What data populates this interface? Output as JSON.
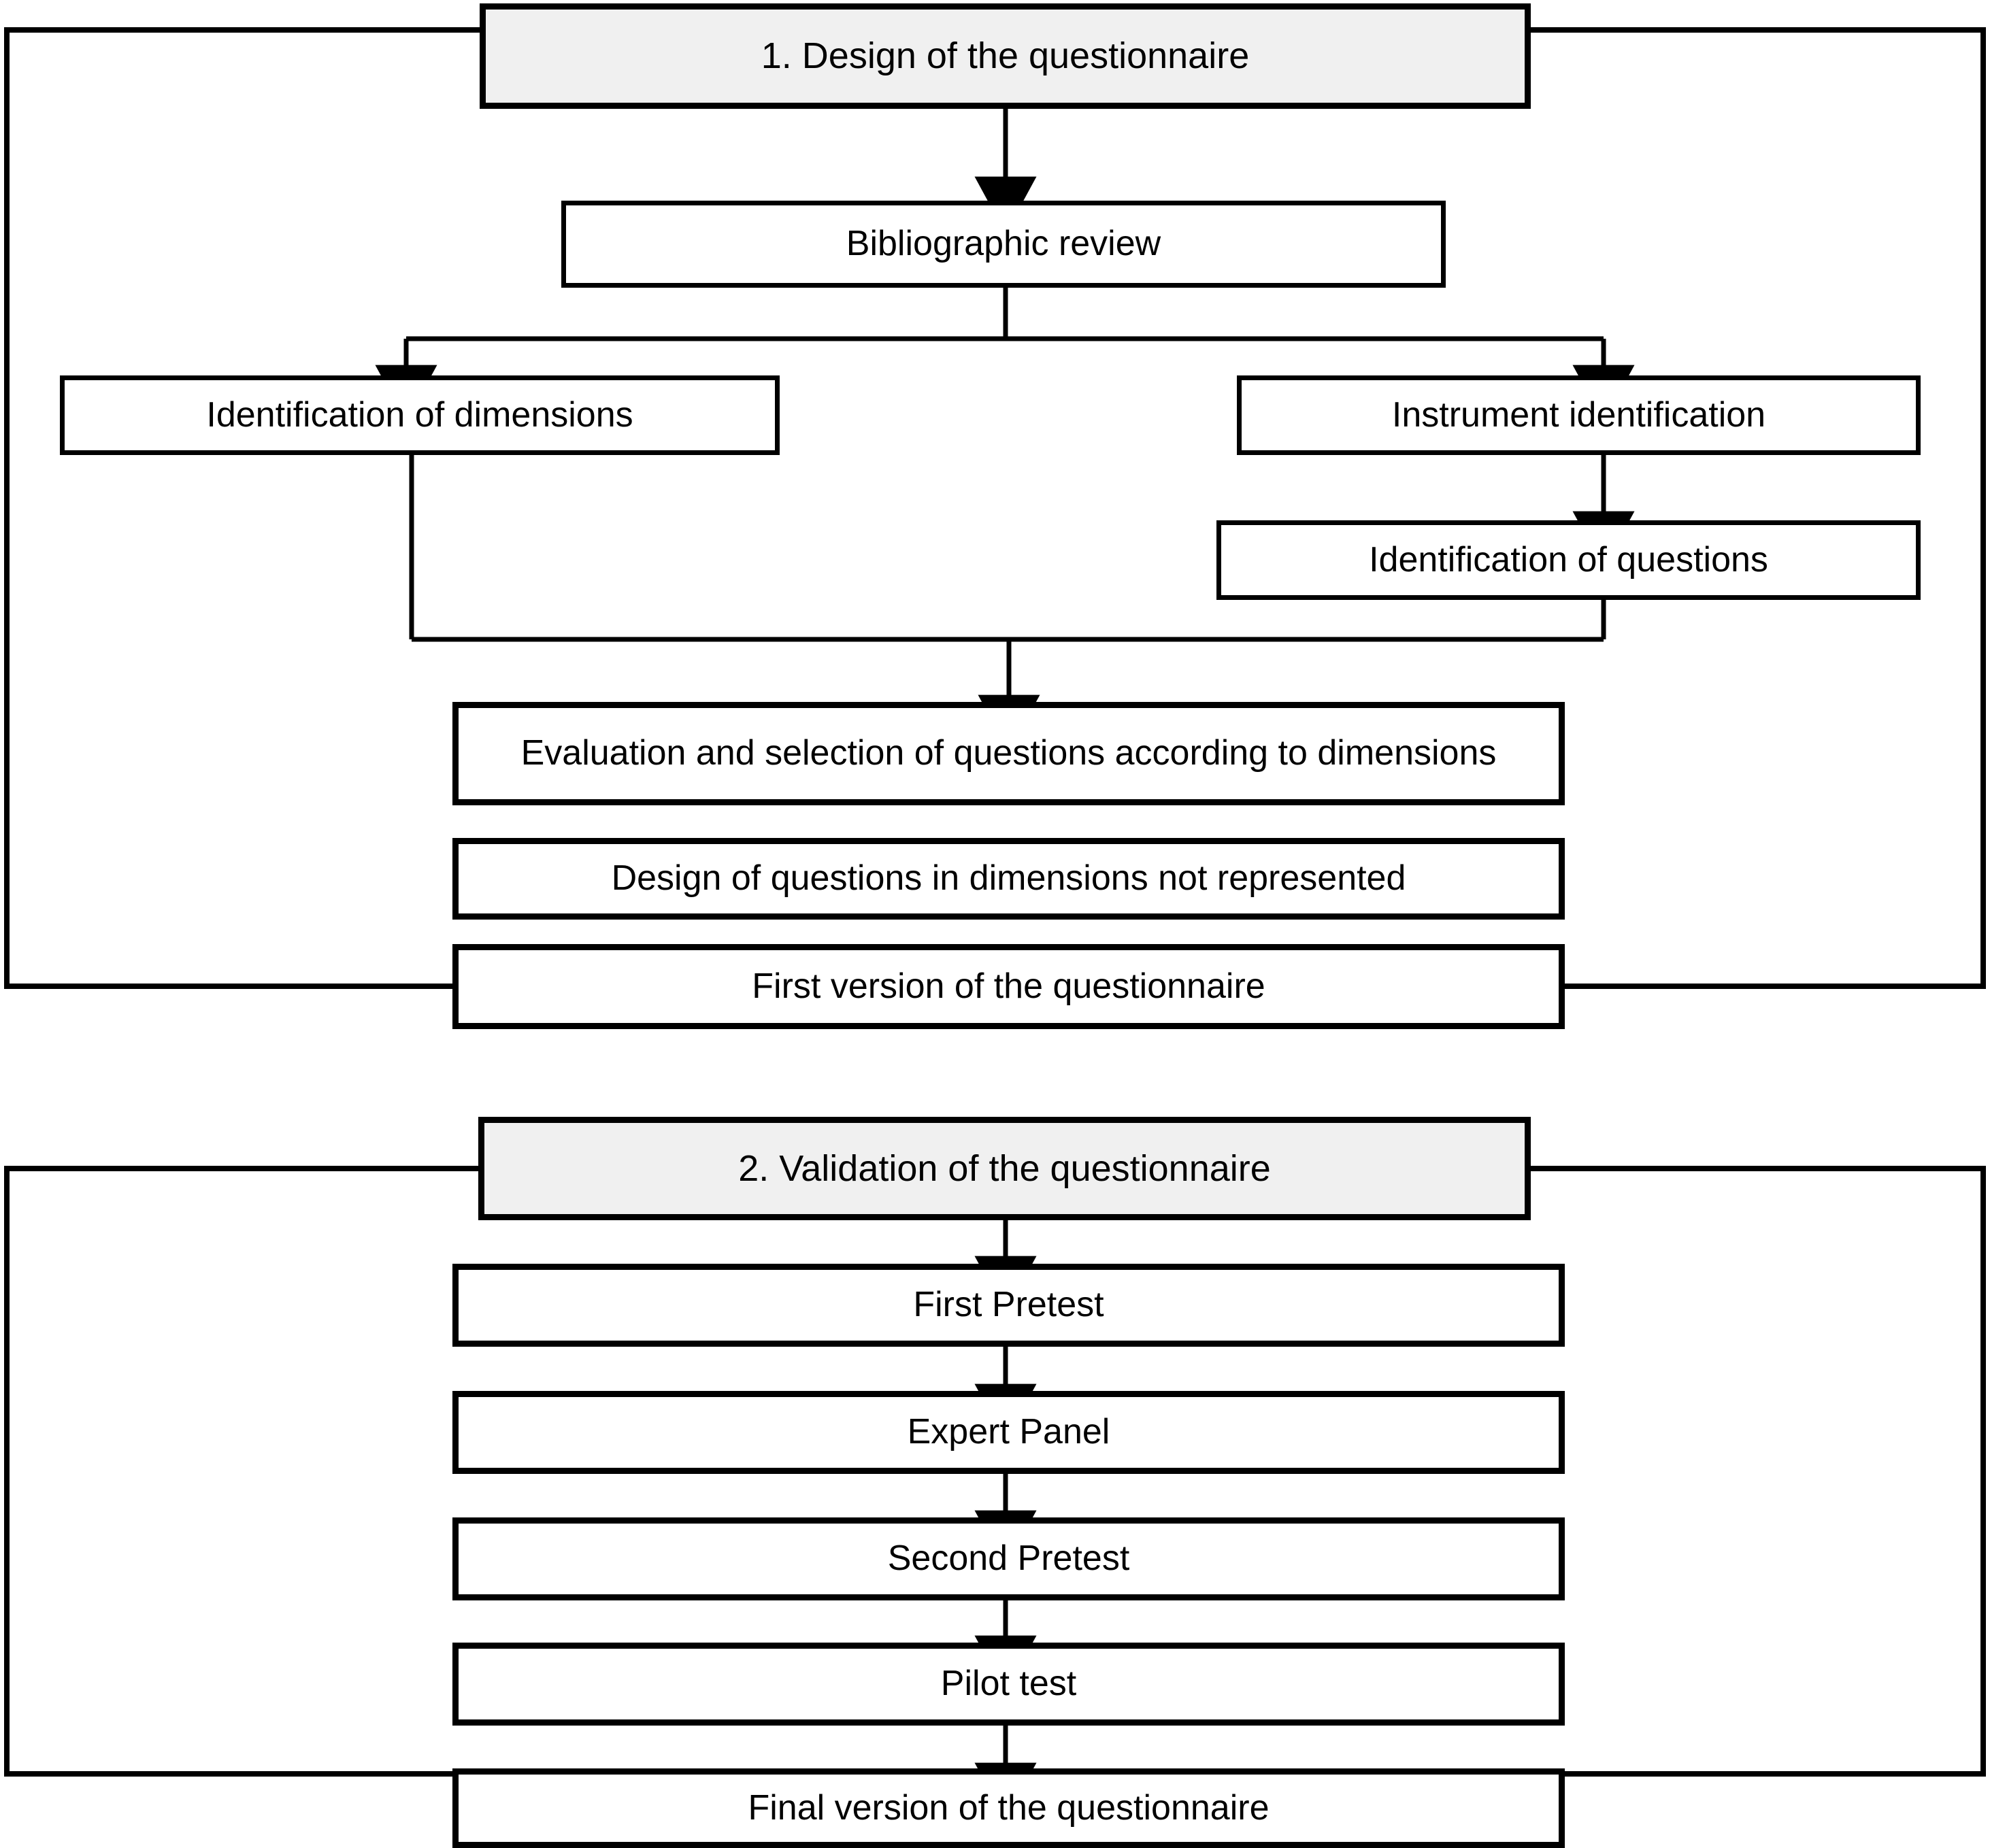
{
  "diagram": {
    "title": "Questionnaire design and validation flowchart",
    "type": "flowchart",
    "background_color": "#ffffff",
    "box_fill_color": "#ffffff",
    "header_fill_color": "#f0f0f0",
    "line_color": "#000000",
    "sections": [
      {
        "id": "section-1",
        "header": "1. Design of the questionnaire",
        "nodes": [
          {
            "id": "bibliographic-review",
            "label": "Bibliographic review"
          },
          {
            "id": "identification-of-dimensions",
            "label": "Identification of dimensions"
          },
          {
            "id": "instrument-identification",
            "label": "Instrument identification"
          },
          {
            "id": "identification-of-questions",
            "label": "Identification of questions"
          },
          {
            "id": "evaluation-and-selection",
            "label": "Evaluation and selection of questions according to dimensions"
          },
          {
            "id": "design-of-questions",
            "label": "Design of questions in dimensions not represented"
          },
          {
            "id": "first-version",
            "label": "First version of the questionnaire"
          }
        ]
      },
      {
        "id": "section-2",
        "header": "2. Validation of the questionnaire",
        "nodes": [
          {
            "id": "first-pretest",
            "label": "First Pretest"
          },
          {
            "id": "expert-panel",
            "label": "Expert Panel"
          },
          {
            "id": "second-pretest",
            "label": "Second Pretest"
          },
          {
            "id": "pilot-test",
            "label": "Pilot test"
          },
          {
            "id": "final-version",
            "label": "Final version of the questionnaire"
          }
        ]
      }
    ],
    "edges": [
      {
        "from": "1. Design of the questionnaire",
        "to": "Bibliographic review",
        "kind": "arrow"
      },
      {
        "from": "Bibliographic review",
        "to": "Identification of dimensions",
        "kind": "arrow"
      },
      {
        "from": "Bibliographic review",
        "to": "Instrument identification",
        "kind": "arrow"
      },
      {
        "from": "Instrument identification",
        "to": "Identification of questions",
        "kind": "arrow"
      },
      {
        "from": "Identification of dimensions",
        "to": "Evaluation and selection of questions according to dimensions",
        "kind": "arrow"
      },
      {
        "from": "Identification of questions",
        "to": "Evaluation and selection of questions according to dimensions",
        "kind": "arrow"
      },
      {
        "from": "2. Validation of the questionnaire",
        "to": "First Pretest",
        "kind": "arrow"
      },
      {
        "from": "First Pretest",
        "to": "Expert Panel",
        "kind": "arrow"
      },
      {
        "from": "Expert Panel",
        "to": "Second Pretest",
        "kind": "arrow"
      },
      {
        "from": "Second Pretest",
        "to": "Pilot test",
        "kind": "arrow"
      },
      {
        "from": "Pilot test",
        "to": "Final version of the questionnaire",
        "kind": "arrow"
      }
    ]
  }
}
